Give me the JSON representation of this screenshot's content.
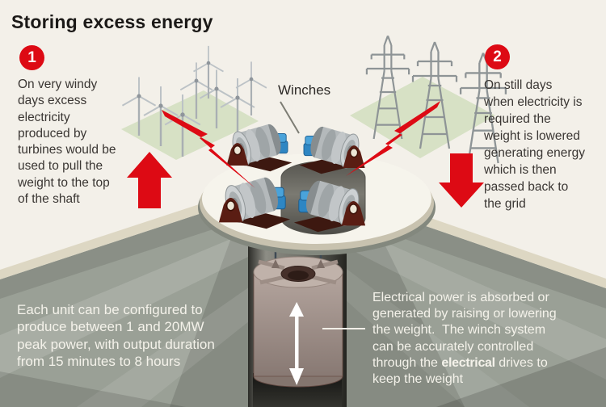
{
  "title": "Storing excess energy",
  "labels": {
    "winches": "Winches"
  },
  "steps": [
    {
      "number": "1",
      "text": "On very windy\ndays excess\nelectricity\nproduced by\nturbines would be\nused to pull the\nweight to the top\nof the shaft"
    },
    {
      "number": "2",
      "text": "On still days\nwhen electricity is\nrequired the\nweight is lowered\ngenerating energy\nwhich is then\npassed back to\nthe grid"
    }
  ],
  "notes": {
    "capacity": "Each unit can be configured to\nproduce between 1 and 20MW\npeak power, with output duration\nfrom 15 minutes to 8 hours",
    "power_seg1": "Electrical power is absorbed or\ngenerated by raising or lowering\nthe weight.  The winch system\ncan be accurately controlled\nthrough the ",
    "power_emph": "electrical",
    "power_seg2": " drives to\nkeep the weight"
  },
  "colors": {
    "background": "#f3f0e9",
    "accent_red": "#dd0a14",
    "field_green": "#d7e1c5",
    "ground_gray": "#9aa096",
    "platform_cream": "#f6f4ec",
    "text_dark": "#3a3633",
    "text_light": "#f4f2ea",
    "winch_motor_blue": "#2e86c3",
    "winch_mount_maroon": "#5a1d13",
    "weight_taupe": "#a4958e",
    "shaft_dark": "#2c2c28"
  }
}
